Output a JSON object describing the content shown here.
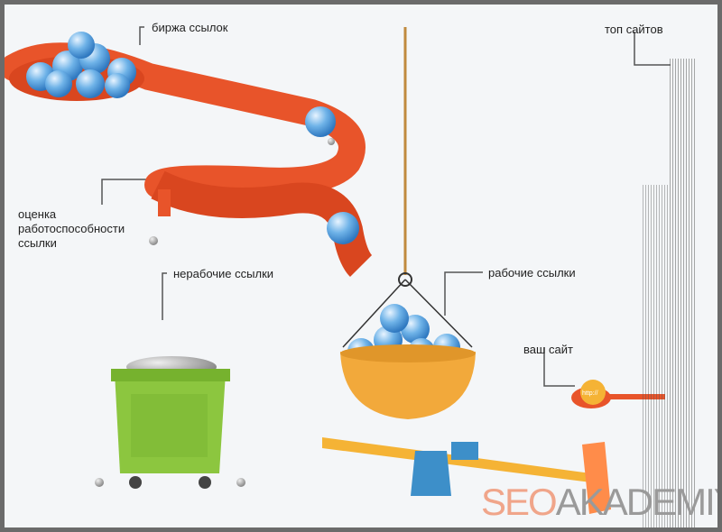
{
  "labels": {
    "link_exchange": "биржа ссылок",
    "link_check_1": "оценка",
    "link_check_2": "работоспособности",
    "link_check_3": "ссылки",
    "broken_links": "нерабочие ссылки",
    "working_links": "рабочие ссылки",
    "your_site": "ваш сайт",
    "top_sites": "топ сайтов"
  },
  "ball_text": "http://",
  "watermark": {
    "part1": "SEO",
    "part2": "AKADEMIYA"
  },
  "colors": {
    "pipe": "#e8542a",
    "bin": "#8cc63f",
    "bowl": "#f2a93b",
    "seesaw": "#f5b335",
    "ball": "#5ea8e0",
    "hammer": "#ff8c4a"
  }
}
